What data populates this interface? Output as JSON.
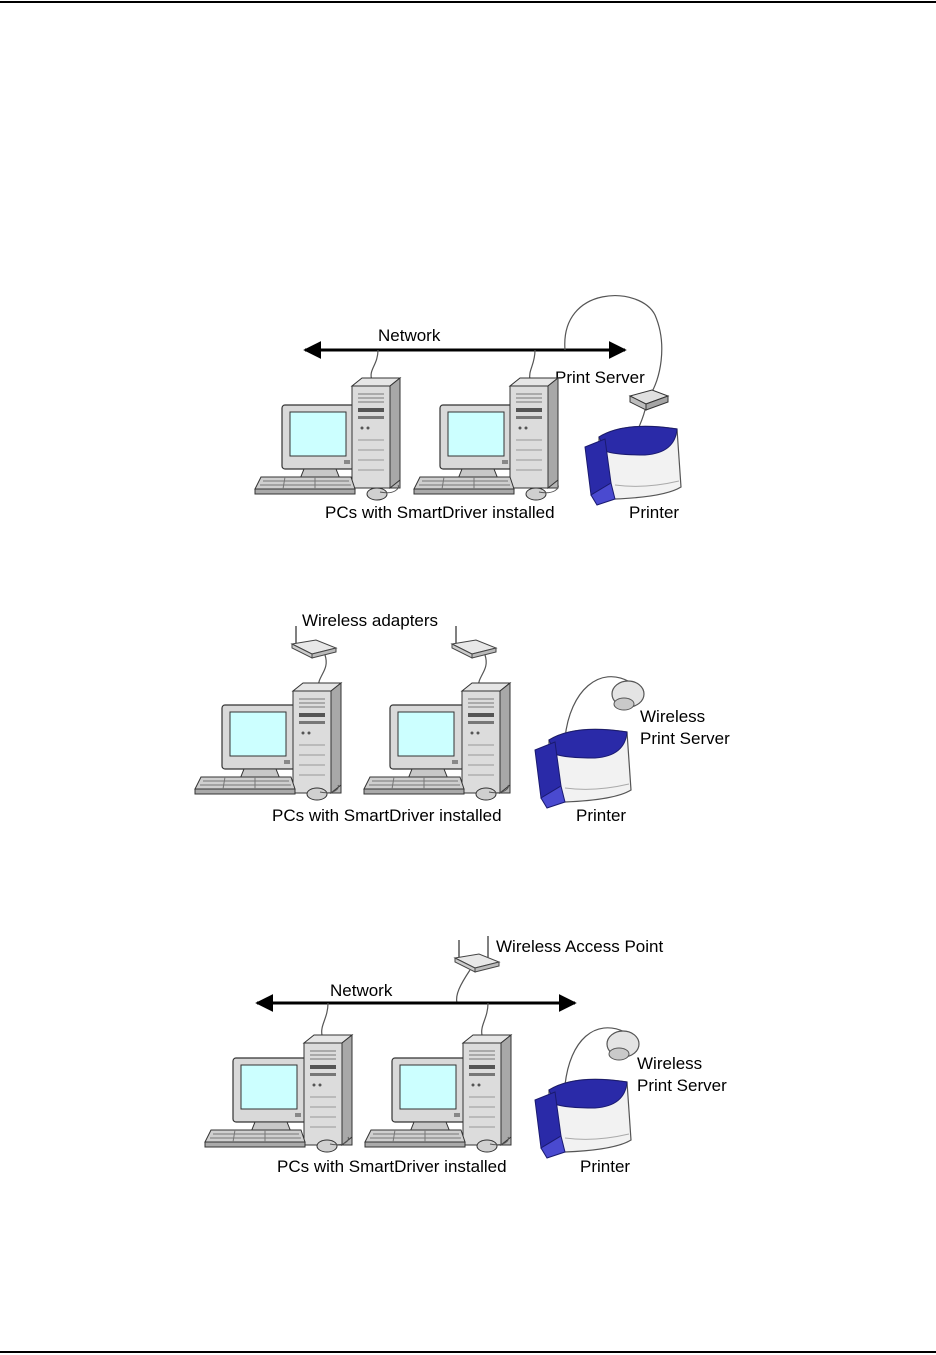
{
  "diagram1": {
    "network": "Network",
    "print_server": "Print Server",
    "pcs": "PCs with SmartDriver installed",
    "printer": "Printer"
  },
  "diagram2": {
    "wireless_adapters": "Wireless adapters",
    "wireless_ps_line1": "Wireless",
    "wireless_ps_line2": "Print Server",
    "pcs": "PCs with SmartDriver installed",
    "printer": "Printer"
  },
  "diagram3": {
    "access_point": "Wireless Access Point",
    "network": "Network",
    "wireless_ps_line1": "Wireless",
    "wireless_ps_line2": "Print Server",
    "pcs": "PCs with SmartDriver installed",
    "printer": "Printer"
  },
  "colors": {
    "screen": "#ccffff",
    "printer_blue": "#2a2aa8",
    "device_gray": "#d8d8d8"
  }
}
